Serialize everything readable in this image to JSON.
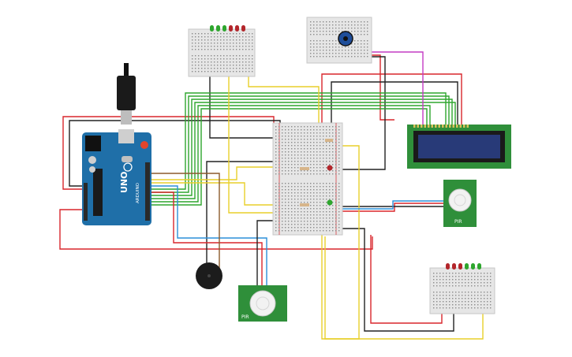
{
  "arduino": {
    "board_text": "UNO",
    "brand_text": "ARDUINO"
  },
  "pir_sensor_left": {
    "label": "PIR"
  },
  "pir_sensor_right": {
    "label": "PIR"
  },
  "components": [
    {
      "name": "arduino-uno",
      "kind": "microcontroller"
    },
    {
      "name": "main-breadboard",
      "kind": "breadboard"
    },
    {
      "name": "top-led-breadboard",
      "kind": "mini-breadboard",
      "leds": [
        "green",
        "green",
        "green",
        "red",
        "red",
        "red"
      ]
    },
    {
      "name": "potentiometer-breadboard",
      "kind": "mini-breadboard"
    },
    {
      "name": "bottom-led-breadboard",
      "kind": "mini-breadboard",
      "leds": [
        "red",
        "red",
        "red",
        "green",
        "green",
        "green"
      ]
    },
    {
      "name": "lcd-16x2",
      "kind": "lcd-display"
    },
    {
      "name": "piezo-buzzer",
      "kind": "buzzer"
    },
    {
      "name": "pir-sensor-left",
      "kind": "motion-sensor"
    },
    {
      "name": "pir-sensor-right",
      "kind": "motion-sensor"
    }
  ],
  "colors": {
    "wire_red": "#d8262c",
    "wire_black": "#222222",
    "wire_green": "#2ea62e",
    "wire_yellow": "#e8cf2a",
    "wire_blue": "#2b8fd9",
    "wire_brown": "#8b5a2b",
    "wire_magenta": "#c43cc4",
    "arduino_blue": "#1f6fa8",
    "pcb_green": "#2f8f3a",
    "lcd_screen": "#283a78",
    "breadboard": "#e6e6e6"
  }
}
